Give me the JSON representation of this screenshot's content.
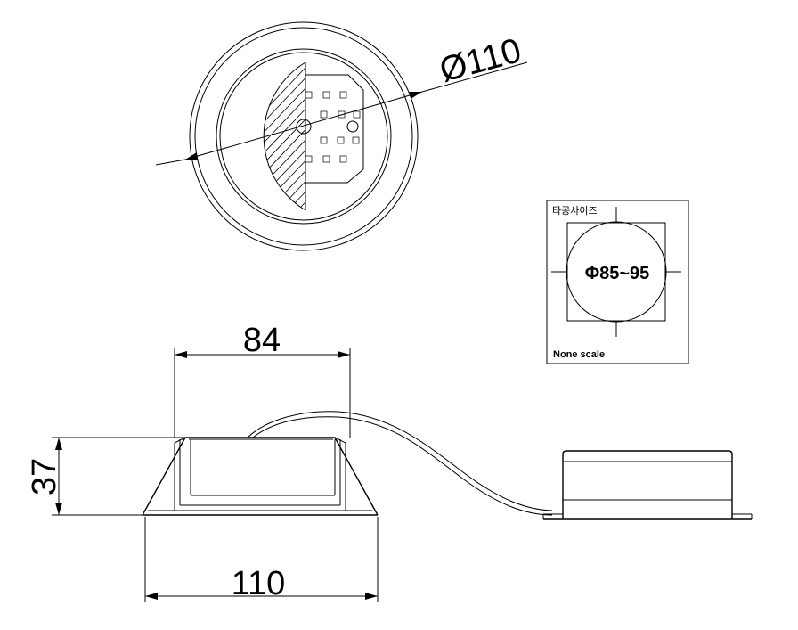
{
  "top_view": {
    "diameter_label": "Ø110"
  },
  "cutout_box": {
    "title": "타공사이즈",
    "size_label": "Φ85~95",
    "scale_note": "None scale"
  },
  "side_view": {
    "top_width_label": "84",
    "height_label": "37",
    "bottom_width_label": "110"
  }
}
